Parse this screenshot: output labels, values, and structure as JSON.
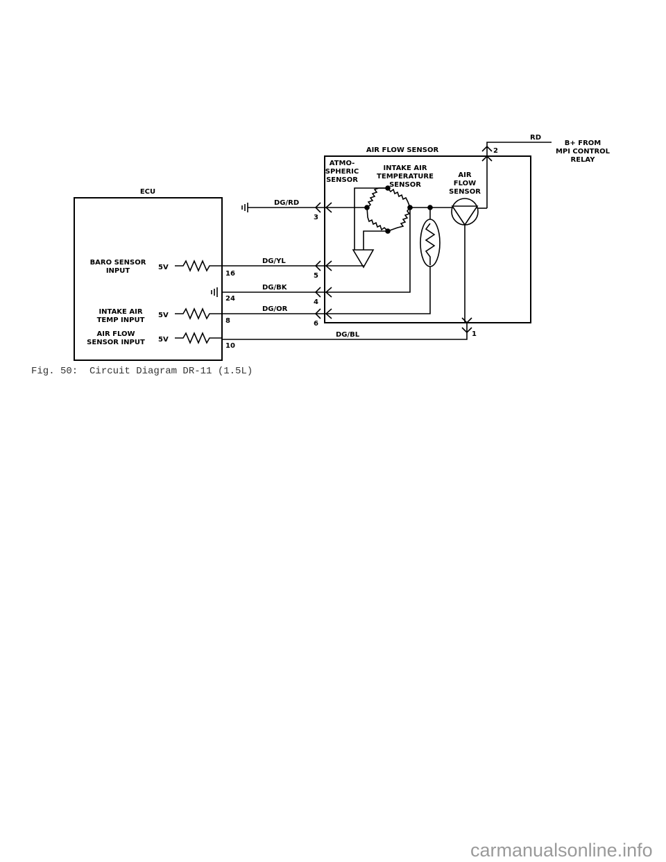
{
  "caption": "Fig. 50:  Circuit Diagram DR-11 (1.5L)",
  "watermark": "carmanualsonline.info",
  "ecu": {
    "title": "ECU",
    "inputs": [
      {
        "line1": "BARO SENSOR",
        "line2": "INPUT",
        "voltage": "5V",
        "pin": "16"
      },
      {
        "line1": "INTAKE AIR",
        "line2": "TEMP INPUT",
        "voltage": "5V",
        "pin": "8"
      },
      {
        "line1": "AIR FLOW",
        "line2": "SENSOR INPUT",
        "voltage": "5V",
        "pin": "10"
      }
    ],
    "ground_pin": "24"
  },
  "wires": {
    "w3": "DG/RD",
    "w5": "DG/YL",
    "w4": "DG/BK",
    "w6": "DG/OR",
    "w1": "DG/BL",
    "w2": "RD"
  },
  "sensor_module": {
    "title": "AIR FLOW SENSOR",
    "atmo": [
      "ATMO-",
      "SPHERIC",
      "SENSOR"
    ],
    "intake": [
      "INTAKE AIR",
      "TEMPERATURE",
      "SENSOR"
    ],
    "airflow": [
      "AIR",
      "FLOW",
      "SENSOR"
    ],
    "pins": {
      "p1": "1",
      "p2": "2",
      "p3": "3",
      "p4": "4",
      "p5": "5",
      "p6": "6"
    }
  },
  "power": {
    "line1": "B+ FROM",
    "line2": "MPI CONTROL",
    "line3": "RELAY"
  }
}
